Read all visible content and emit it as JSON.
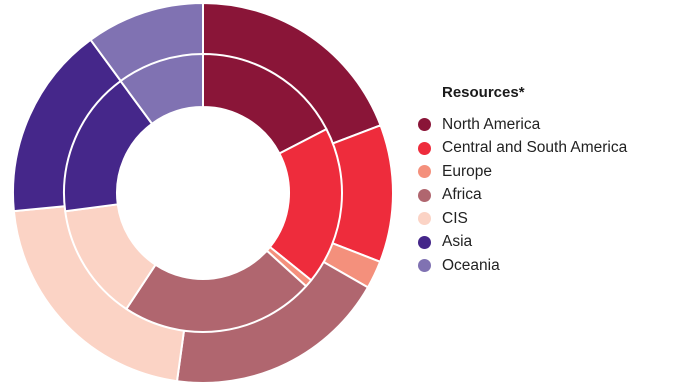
{
  "chart_data": {
    "type": "pie",
    "variant": "double-donut",
    "title": "",
    "legend_title": "Resources*",
    "legend_position": "right",
    "categories": [
      "North America",
      "Central and South America",
      "Europe",
      "Africa",
      "CIS",
      "Asia",
      "Oceania"
    ],
    "colors": [
      "#8a1538",
      "#ee2c3c",
      "#f4907c",
      "#b0666f",
      "#fbd3c5",
      "#45278a",
      "#8072b2"
    ],
    "series": [
      {
        "ring": "outer",
        "values": [
          20.2,
          12.3,
          2.5,
          19.9,
          22.4,
          17.3,
          10.6
        ]
      },
      {
        "ring": "inner",
        "values": [
          17.4,
          18.4,
          0.9,
          22.6,
          13.6,
          17.0,
          10.1
        ]
      }
    ]
  }
}
